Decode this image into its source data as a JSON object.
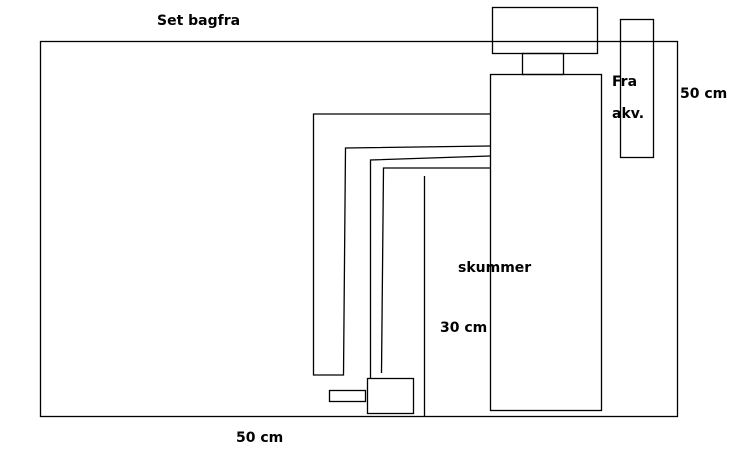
{
  "title": "Set bagfra",
  "labels": {
    "fra_line1": "Fra",
    "fra_line2": "akv.",
    "height": "50 cm",
    "width": "50 cm",
    "skimmer": "skummer",
    "depth": "30 cm"
  },
  "colors": {
    "stroke": "#000000",
    "background": "#ffffff"
  }
}
